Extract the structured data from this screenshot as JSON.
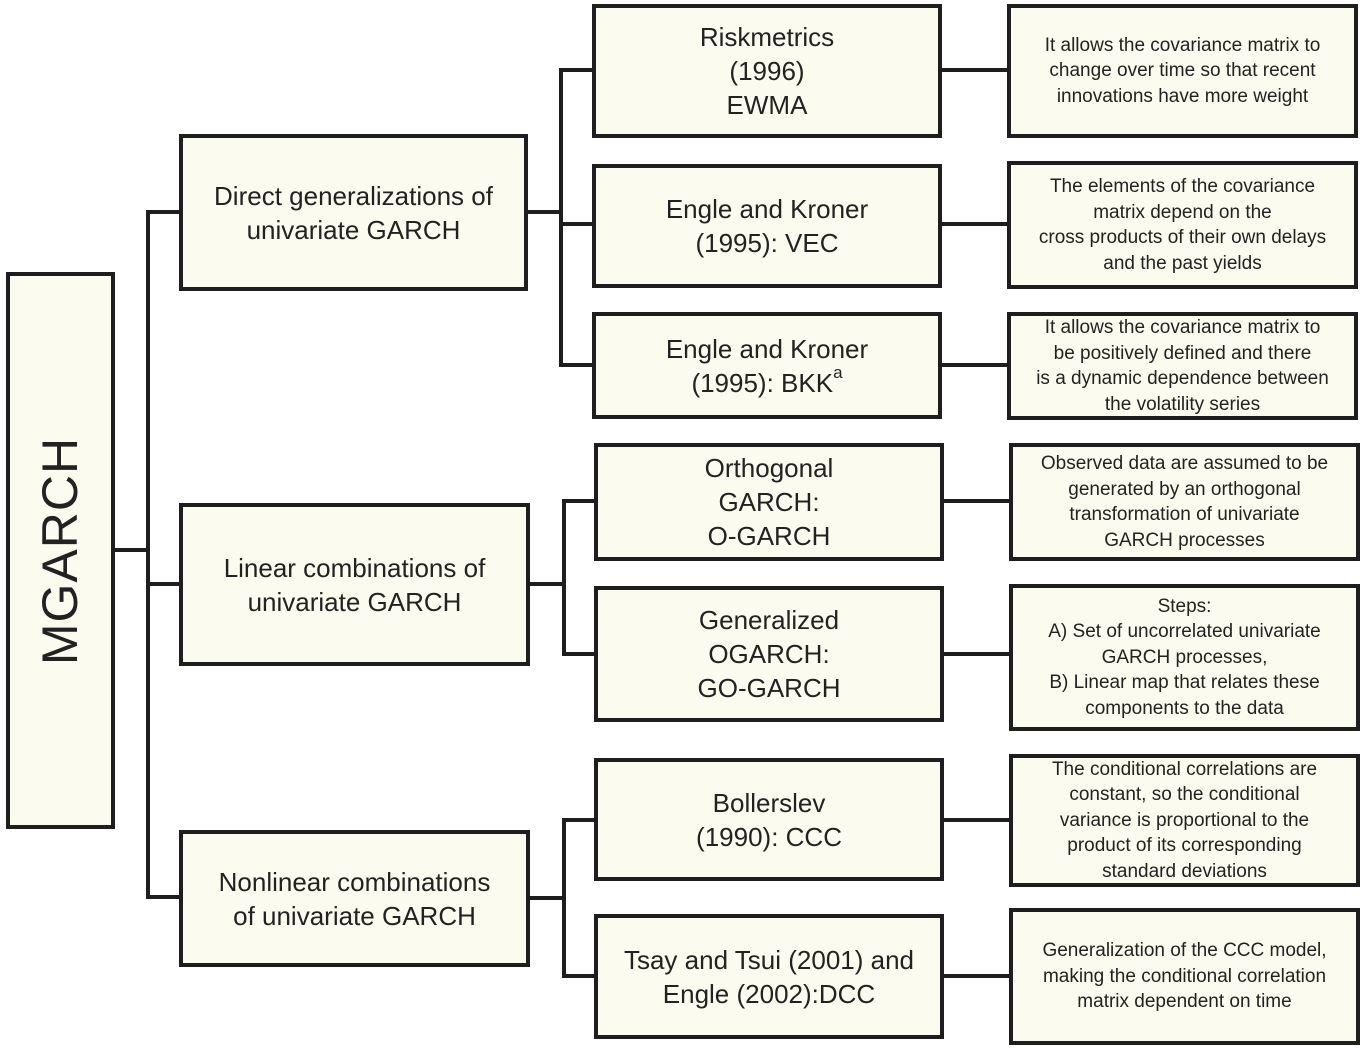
{
  "root": {
    "label": "MGARCH"
  },
  "categories": [
    {
      "label": "Direct generalizations of\nunivariate GARCH",
      "models": [
        {
          "label": "Riskmetrics\n(1996)\nEWMA",
          "sup": "",
          "description": "It allows the covariance matrix to\nchange over time so that recent\ninnovations have more weight"
        },
        {
          "label": "Engle and Kroner\n(1995): VEC",
          "sup": "",
          "description": "The elements of the covariance\nmatrix depend on the\ncross products of their own delays\nand the past yields"
        },
        {
          "label": "Engle and Kroner\n(1995): BKK",
          "sup": "a",
          "description": "It allows the covariance matrix to\nbe positively defined and there\nis a dynamic dependence between\nthe volatility series"
        }
      ]
    },
    {
      "label": "Linear combinations of\nunivariate GARCH",
      "models": [
        {
          "label": "Orthogonal\nGARCH:\nO-GARCH",
          "sup": "",
          "description": "Observed data are assumed to be\ngenerated by an orthogonal\ntransformation of univariate\nGARCH processes"
        },
        {
          "label": "Generalized\nOGARCH:\nGO-GARCH",
          "sup": "",
          "description": "Steps:\nA) Set of uncorrelated univariate\nGARCH processes,\nB) Linear map that relates these\ncomponents to the data"
        }
      ]
    },
    {
      "label": "Nonlinear combinations\nof univariate GARCH",
      "models": [
        {
          "label": "Bollerslev\n(1990): CCC",
          "sup": "",
          "description": "The conditional correlations are\nconstant, so the conditional\nvariance is proportional to the\nproduct of its corresponding\nstandard deviations"
        },
        {
          "label": "Tsay and Tsui (2001) and\nEngle (2002):DCC",
          "sup": "",
          "description": "Generalization of the CCC model,\nmaking the conditional correlation\nmatrix dependent on time"
        }
      ]
    }
  ]
}
